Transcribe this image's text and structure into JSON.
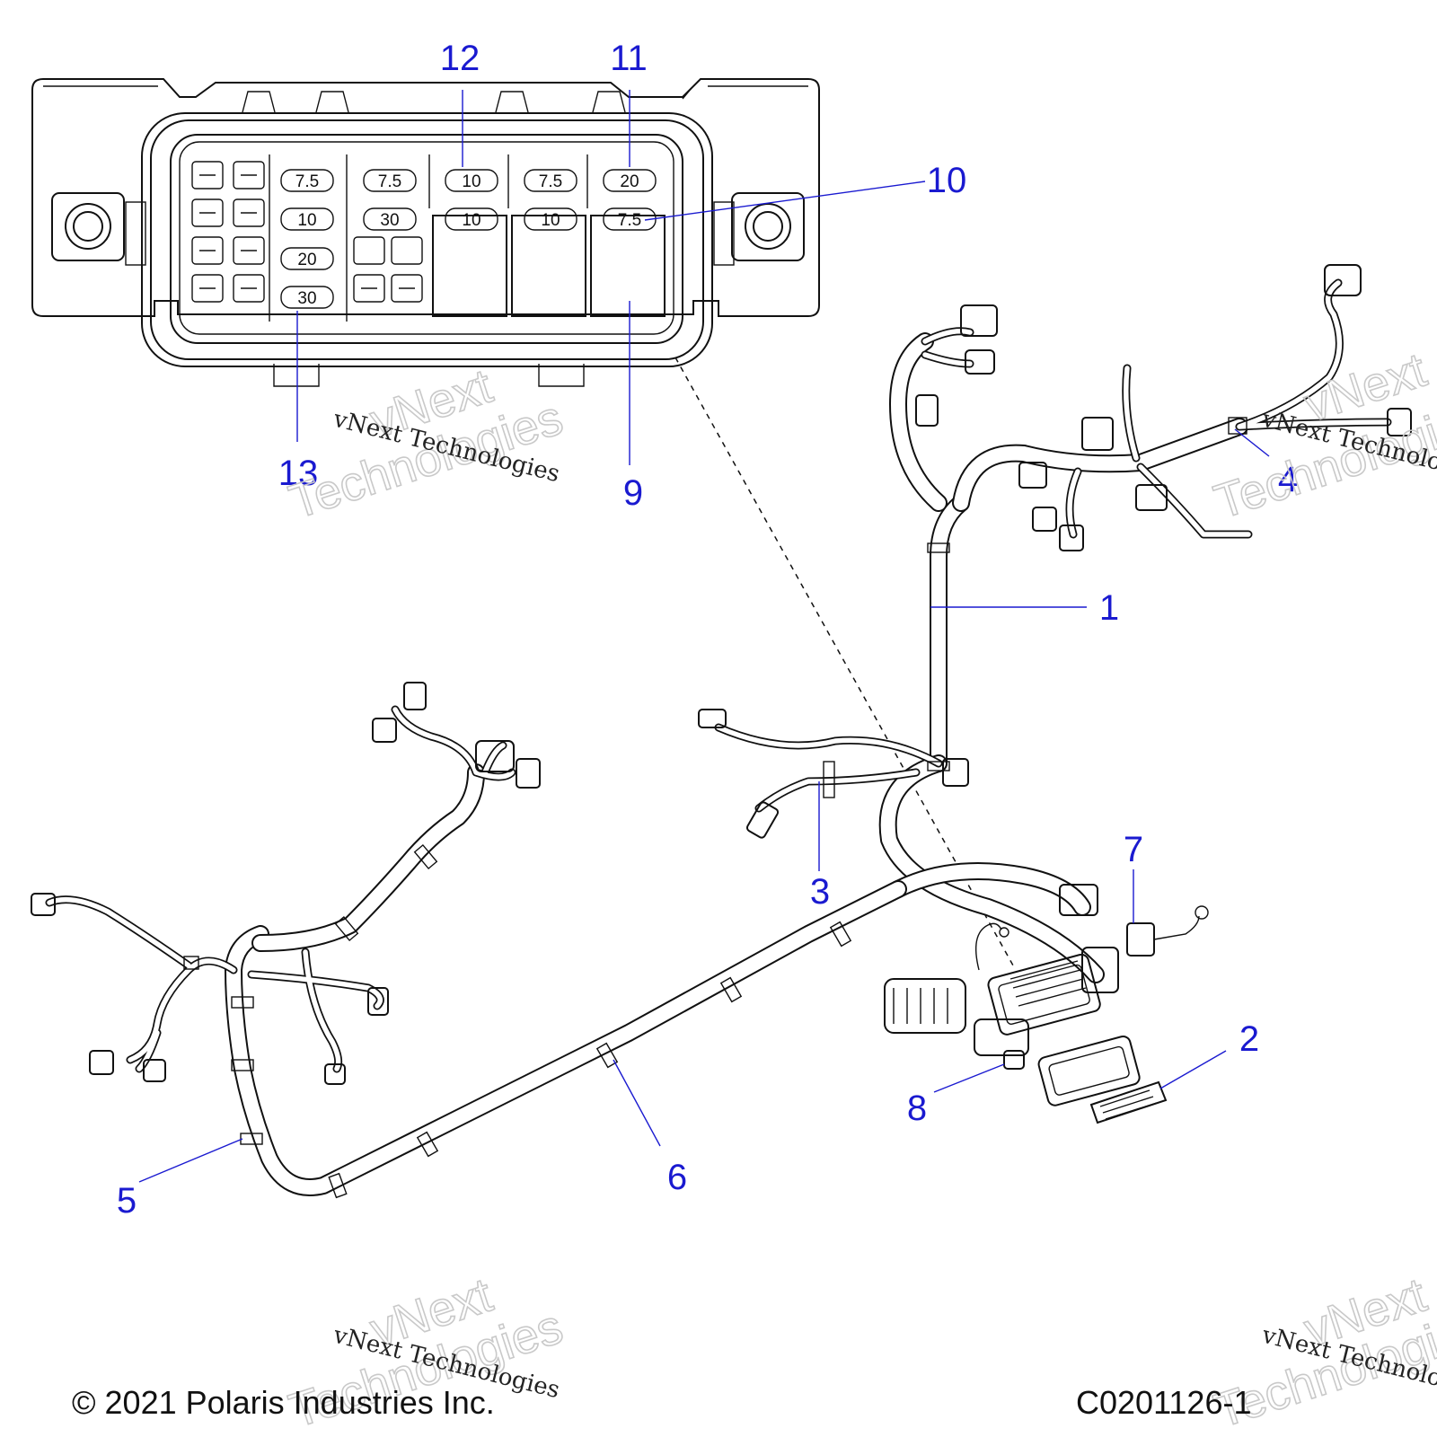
{
  "fuse_box": {
    "fuse_rows": [
      [
        "7.5",
        "7.5",
        "10",
        "7.5",
        "20"
      ],
      [
        "10",
        "30",
        "10",
        "10",
        "7.5"
      ],
      [
        "20"
      ],
      [
        "30"
      ]
    ]
  },
  "callouts": {
    "c1": "1",
    "c2": "2",
    "c3": "3",
    "c4": "4",
    "c5": "5",
    "c6": "6",
    "c7": "7",
    "c8": "8",
    "c9": "9",
    "c10": "10",
    "c11": "11",
    "c12": "12",
    "c13": "13"
  },
  "watermark": {
    "label": "vNext Technologies",
    "outline_word1": "vNext",
    "outline_word2": "Technologies"
  },
  "footer": {
    "copyright": "© 2021 Polaris Industries Inc.",
    "figure_id": "C0201126-1"
  },
  "colors": {
    "callout": "#1a1ad0",
    "line": "#111111",
    "watermark_outline": "#c9c9c9"
  }
}
